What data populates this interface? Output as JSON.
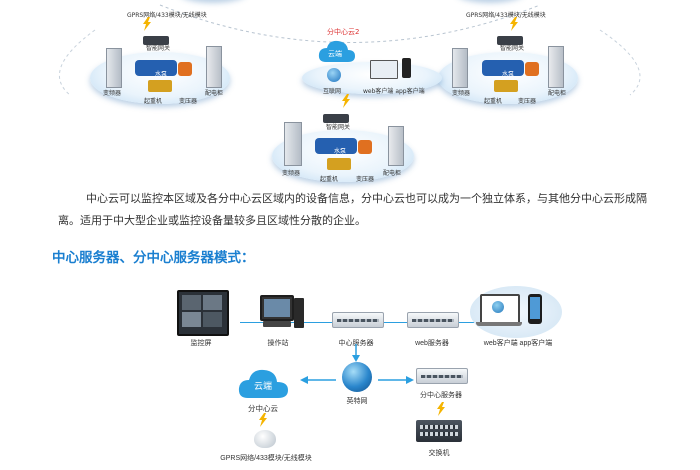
{
  "top_diagram": {
    "left_cluster": {
      "module_label": "GPRS网络/433模块/无线模块",
      "gateway_label": "智能网关",
      "labels": [
        "变频器",
        "水泵",
        "起重机",
        "变压器",
        "配电柜"
      ]
    },
    "right_cluster": {
      "module_label": "GPRS网络/433模块/无线模块",
      "gateway_label": "智能网关",
      "labels": [
        "变频器",
        "水泵",
        "起重机",
        "变压器",
        "配电柜"
      ]
    },
    "center_cloud": {
      "title": "分中心云2",
      "cloud_label": "云端",
      "link_label": "互联网",
      "client_label": "web客户端 app客户端"
    },
    "bottom_cluster": {
      "gateway_label": "智能网关",
      "labels": [
        "变频器",
        "水泵",
        "起重机",
        "变压器",
        "配电柜"
      ]
    }
  },
  "intro_text": "中心云可以监控本区域及各分中心云区域内的设备信息，分中心云也可以成为一个独立体系，与其他分中心云形成隔离。适用于中大型企业或监控设备量较多且区域性分散的企业。",
  "section_title": "中心服务器、分中心服务器模式：",
  "server_diagram": {
    "row1": {
      "monitor_screen": "监控屏",
      "workstation": "操作站",
      "center_server": "中心服务器",
      "web_server": "web服务器",
      "clients": "web客户端 app客户端"
    },
    "row2": {
      "cloud_label": "云端",
      "sub_center_cloud": "分中心云",
      "internet": "英特网",
      "sub_center_server": "分中心服务器"
    },
    "row3": {
      "wireless_module": "GPRS网络/433模块/无线模块",
      "switch": "交换机"
    }
  },
  "colors": {
    "accent": "#1a7fd0",
    "cloud": "#2b9fe0",
    "bolt": "#f5b400",
    "red_label": "#d33333"
  },
  "icons": [
    "cloud-icon",
    "globe-icon",
    "server-icon",
    "switch-icon",
    "router-icon",
    "phone-icon",
    "laptop-icon",
    "monitor-wall-icon",
    "desktop-icon",
    "lightning-icon"
  ]
}
